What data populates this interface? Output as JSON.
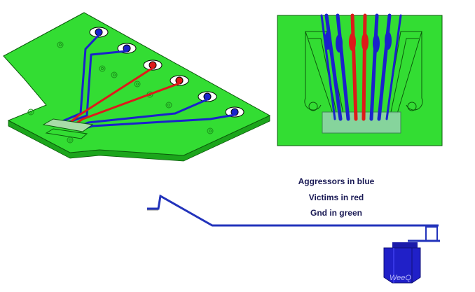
{
  "legend": {
    "aggressors": "Aggressors in blue",
    "victims": "Victims in red",
    "ground": "Gnd in green"
  },
  "watermark": "WeeQ",
  "colors": {
    "board_green": "#33dd33",
    "trace_blue": "#1a22cc",
    "trace_red": "#dd1a1a",
    "pad_teal": "#7fcfa0",
    "profile_blue": "#2233bb"
  }
}
